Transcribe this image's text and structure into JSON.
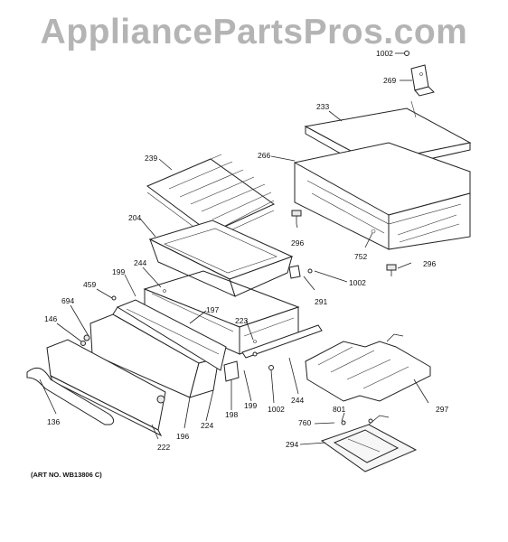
{
  "watermark": "AppliancePartsPros.com",
  "art_no": "(ART NO. WB13806 C)",
  "labels": {
    "l1002a": "1002",
    "l269": "269",
    "l233": "233",
    "l266": "266",
    "l239": "239",
    "l204": "204",
    "l296a": "296",
    "l752": "752",
    "l296b": "296",
    "l244a": "244",
    "l199a": "199",
    "l459": "459",
    "l694": "694",
    "l146": "146",
    "l197": "197",
    "l291": "291",
    "l1002b": "1002",
    "l223": "223",
    "l136": "136",
    "l222": "222",
    "l196": "196",
    "l224": "224",
    "l198": "198",
    "l199b": "199",
    "l1002c": "1002",
    "l244b": "244",
    "l297": "297",
    "l801": "801",
    "l760": "760",
    "l294": "294"
  }
}
